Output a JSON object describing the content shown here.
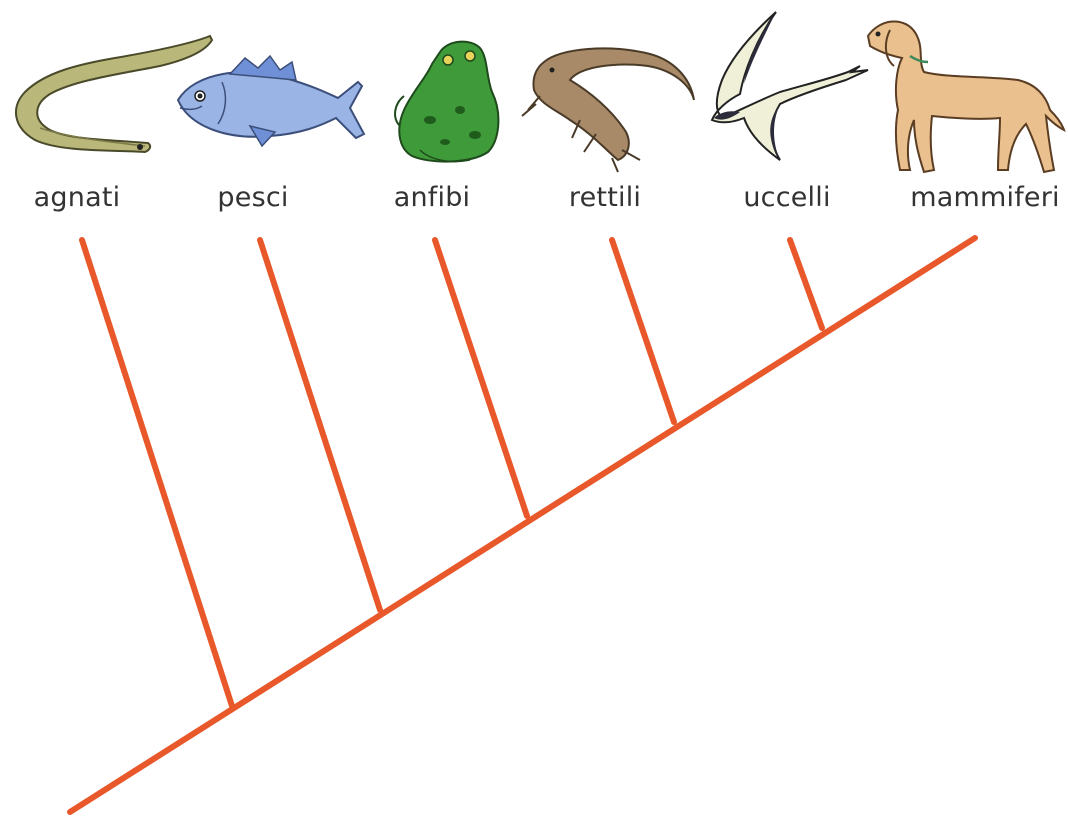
{
  "diagram": {
    "type": "cladogram",
    "taxa": [
      {
        "label": "agnati",
        "icon": "lamprey-icon"
      },
      {
        "label": "pesci",
        "icon": "fish-icon"
      },
      {
        "label": "anfibi",
        "icon": "frog-icon"
      },
      {
        "label": "rettili",
        "icon": "lizard-icon"
      },
      {
        "label": "uccelli",
        "icon": "swallow-icon"
      },
      {
        "label": "mammiferi",
        "icon": "dog-icon"
      }
    ],
    "colors": {
      "branch": "#e8582a",
      "label_text": "#333333",
      "background": "#ffffff"
    }
  }
}
